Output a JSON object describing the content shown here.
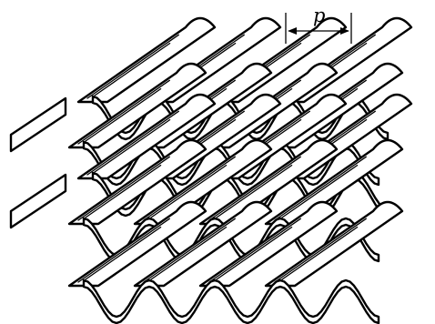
{
  "figure": {
    "subject": "corrugated-sheet-stack",
    "dimension_label": "p",
    "layers": 2
  }
}
